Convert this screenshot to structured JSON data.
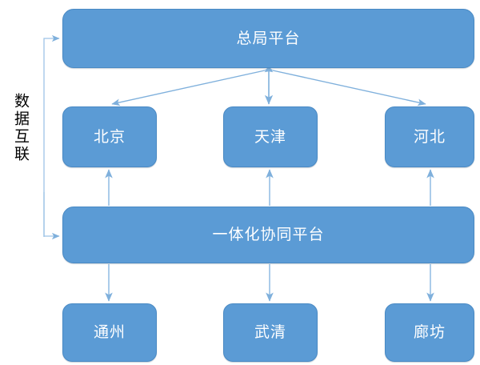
{
  "diagram": {
    "title_text": "数据互联",
    "accent_color": "#5B9BD5",
    "edge_color": "#5B9BD5",
    "edge_light_color": "#9DC3E6",
    "text_color": "#FFFFFF",
    "side_label_color": "#000000",
    "nodes": {
      "top_platform": {
        "label": "总局平台"
      },
      "region_left": {
        "label": "北京"
      },
      "region_center": {
        "label": "天津"
      },
      "region_right": {
        "label": "河北"
      },
      "integration_platform": {
        "label": "一体化协同平台"
      },
      "city_left": {
        "label": "通州"
      },
      "city_center": {
        "label": "武清"
      },
      "city_right": {
        "label": "廊坊"
      }
    },
    "side_label": {
      "text": "数据互联"
    },
    "connections": [
      {
        "from": "总局平台",
        "to": "北京",
        "type": "bidirectional"
      },
      {
        "from": "总局平台",
        "to": "天津",
        "type": "bidirectional"
      },
      {
        "from": "总局平台",
        "to": "河北",
        "type": "bidirectional"
      },
      {
        "from": "一体化协同平台",
        "to": "北京",
        "type": "up-arrow"
      },
      {
        "from": "一体化协同平台",
        "to": "天津",
        "type": "up-arrow"
      },
      {
        "from": "一体化协同平台",
        "to": "河北",
        "type": "up-arrow"
      },
      {
        "from": "一体化协同平台",
        "to": "通州",
        "type": "down-arrow"
      },
      {
        "from": "一体化协同平台",
        "to": "武清",
        "type": "down-arrow"
      },
      {
        "from": "一体化协同平台",
        "to": "廊坊",
        "type": "down-arrow"
      },
      {
        "from": "数据互联",
        "to": "总局平台",
        "type": "elbow-arrow"
      },
      {
        "from": "数据互联",
        "to": "一体化协同平台",
        "type": "elbow-arrow"
      }
    ]
  }
}
